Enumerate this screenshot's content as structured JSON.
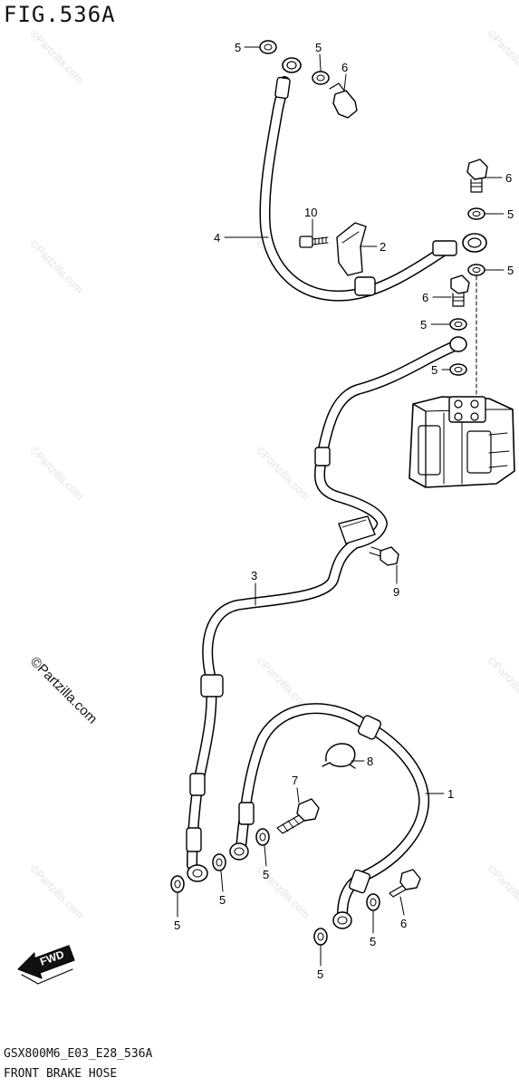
{
  "figure": {
    "title": "FIG.536A",
    "code": "GSX800M6_E03_E28_536A",
    "name": "FRONT BRAKE HOSE",
    "watermark": "©Partzilla.com",
    "fwd_label": "FWD"
  },
  "callouts": [
    {
      "id": "c5-top-washer",
      "label": "5"
    },
    {
      "id": "c5-top-washer2",
      "label": "5"
    },
    {
      "id": "c6-top-bolt",
      "label": "6"
    },
    {
      "id": "c6-right-bolt",
      "label": "6"
    },
    {
      "id": "c5-right-washer-a",
      "label": "5"
    },
    {
      "id": "c10-screw",
      "label": "10"
    },
    {
      "id": "c2-bracket",
      "label": "2"
    },
    {
      "id": "c4-hose",
      "label": "4"
    },
    {
      "id": "c5-right-washer-b",
      "label": "5"
    },
    {
      "id": "c6-mid-bolt",
      "label": "6"
    },
    {
      "id": "c5-mid-washer-a",
      "label": "5"
    },
    {
      "id": "c5-mid-washer-b",
      "label": "5"
    },
    {
      "id": "c3-hose",
      "label": "3"
    },
    {
      "id": "c9-bolt",
      "label": "9"
    },
    {
      "id": "c8-clamp",
      "label": "8"
    },
    {
      "id": "c7-bolt",
      "label": "7"
    },
    {
      "id": "c1-hose",
      "label": "1"
    },
    {
      "id": "c5-low-a",
      "label": "5"
    },
    {
      "id": "c5-low-b",
      "label": "5"
    },
    {
      "id": "c5-low-c",
      "label": "5"
    },
    {
      "id": "c6-low-bolt",
      "label": "6"
    },
    {
      "id": "c5-low-d",
      "label": "5"
    },
    {
      "id": "c5-low-e",
      "label": "5"
    }
  ]
}
